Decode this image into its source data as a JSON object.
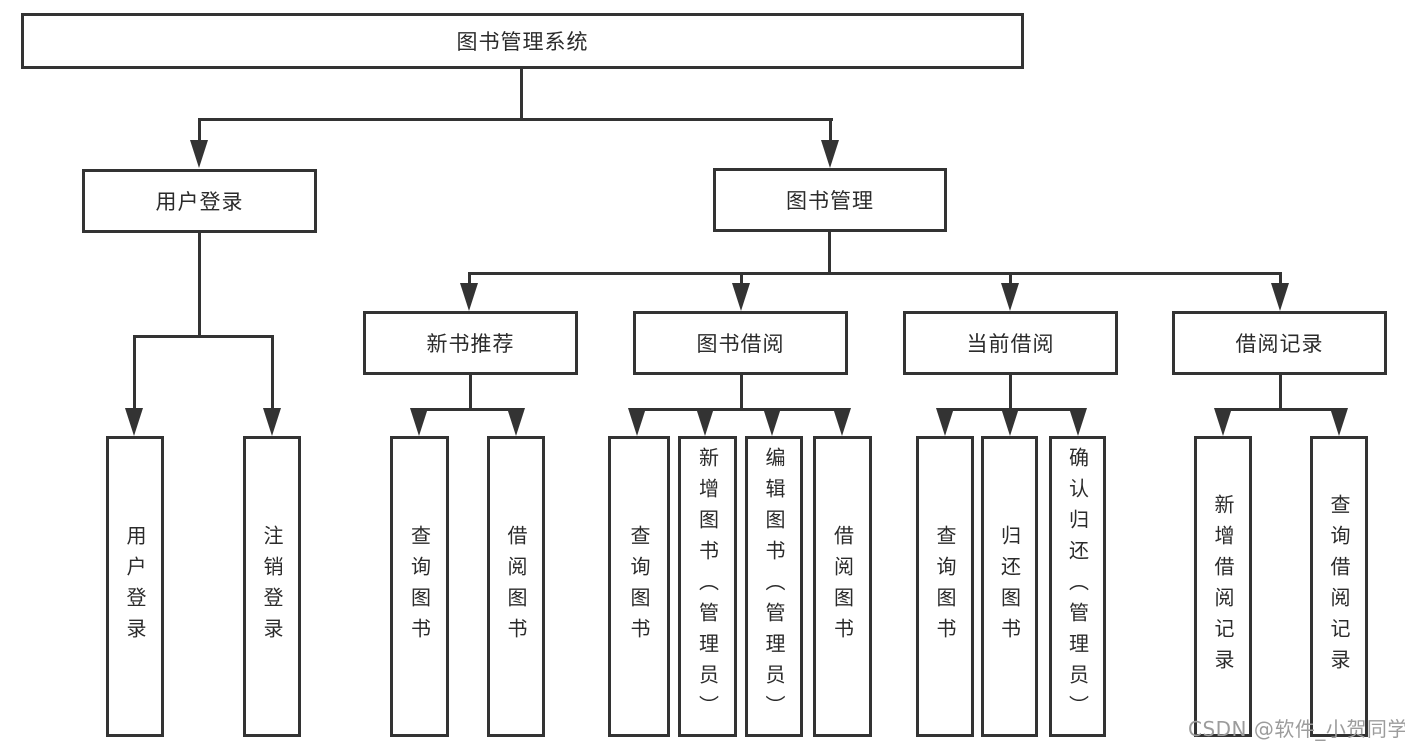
{
  "diagram": {
    "type": "tree",
    "root": {
      "label": "图书管理系统"
    },
    "level2": [
      {
        "label": "用户登录",
        "parent": "图书管理系统"
      },
      {
        "label": "图书管理",
        "parent": "图书管理系统"
      }
    ],
    "level3": [
      {
        "label": "新书推荐",
        "parent": "图书管理"
      },
      {
        "label": "图书借阅",
        "parent": "图书管理"
      },
      {
        "label": "当前借阅",
        "parent": "图书管理"
      },
      {
        "label": "借阅记录",
        "parent": "图书管理"
      }
    ],
    "leaves": [
      {
        "label": "用户登录",
        "parent": "用户登录"
      },
      {
        "label": "注销登录",
        "parent": "用户登录"
      },
      {
        "label": "查询图书",
        "parent": "新书推荐"
      },
      {
        "label": "借阅图书",
        "parent": "新书推荐"
      },
      {
        "label": "查询图书",
        "parent": "图书借阅"
      },
      {
        "label": "新增图书（管理员）",
        "parent": "图书借阅"
      },
      {
        "label": "编辑图书（管理员）",
        "parent": "图书借阅"
      },
      {
        "label": "借阅图书",
        "parent": "图书借阅"
      },
      {
        "label": "查询图书",
        "parent": "当前借阅"
      },
      {
        "label": "归还图书",
        "parent": "当前借阅"
      },
      {
        "label": "确认归还（管理员）",
        "parent": "当前借阅"
      },
      {
        "label": "新增借阅记录",
        "parent": "借阅记录"
      },
      {
        "label": "查询借阅记录",
        "parent": "借阅记录"
      }
    ]
  },
  "watermark": {
    "text": "CSDN @软件_小贺同学"
  },
  "colors": {
    "line": "#333333",
    "background": "#ffffff",
    "text": "#2b2b2b",
    "watermark": "#9c9c9c"
  }
}
